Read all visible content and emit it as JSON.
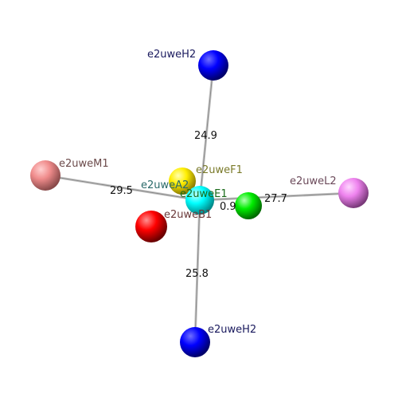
{
  "scene": {
    "background": "#ffffff",
    "bond_color": "#b8b8b8",
    "distance_label_color": "#111111",
    "atoms": [
      {
        "id": "h2_top",
        "label": "e2uweH2",
        "color": "#0000ff",
        "label_color": "#1a1a5e"
      },
      {
        "id": "m1",
        "label": "e2uweM1",
        "color": "#f08c8c",
        "label_color": "#6b4a4a"
      },
      {
        "id": "f1",
        "label": "e2uweF1",
        "color": "#ffee00",
        "label_color": "#7a7a2a"
      },
      {
        "id": "a2",
        "label": "e2uweA2",
        "color": "#ffee00",
        "label_color": "#2a6a6a"
      },
      {
        "id": "l2",
        "label": "e2uweL2",
        "color": "#ee82ee",
        "label_color": "#6b4a5a"
      },
      {
        "id": "e1",
        "label": "e2uweE1",
        "color": "#00ff00",
        "label_color": "#1a6a1a"
      },
      {
        "id": "b1",
        "label": "e2uweB1",
        "color": "#ff0000",
        "label_color": "#6b3a3a"
      },
      {
        "id": "center",
        "label": "",
        "color": "#00ffff",
        "label_color": "#2a6a6a"
      },
      {
        "id": "h2_bottom",
        "label": "e2uweH2",
        "color": "#0000ff",
        "label_color": "#1a1a5e"
      }
    ],
    "distances": [
      {
        "id": "d_h2_top",
        "value": "24.9"
      },
      {
        "id": "d_m1",
        "value": "29.5"
      },
      {
        "id": "d_l2",
        "value": "27.7"
      },
      {
        "id": "d_h2_bottom",
        "value": "25.8"
      },
      {
        "id": "d_e1_fragment",
        "value": "0.9"
      }
    ]
  }
}
